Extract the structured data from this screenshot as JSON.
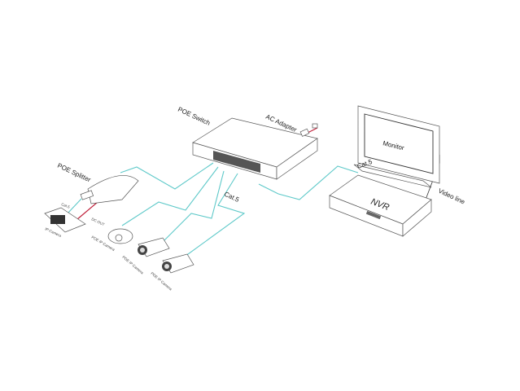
{
  "labels": {
    "poe_switch": "POE Switch",
    "ac_adapter": "AC Adapter",
    "monitor": "Monitor",
    "nvr": "NVR",
    "video_line": "Video line",
    "cat5_nvr": "Cat.5",
    "cat5_switch": "Cat.5",
    "cat5_splitter": "Cat.5",
    "poe_splitter": "POE Splitter",
    "dc_out": "DC OUT",
    "ip_camera": "IP Camera",
    "poe_ip_camera_1": "POE IP Camera",
    "poe_ip_camera_2": "POE IP Camera",
    "poe_ip_camera_3": "POE IP Camera"
  },
  "colors": {
    "cable": "#5ec9c9",
    "power": "#c0203a"
  }
}
